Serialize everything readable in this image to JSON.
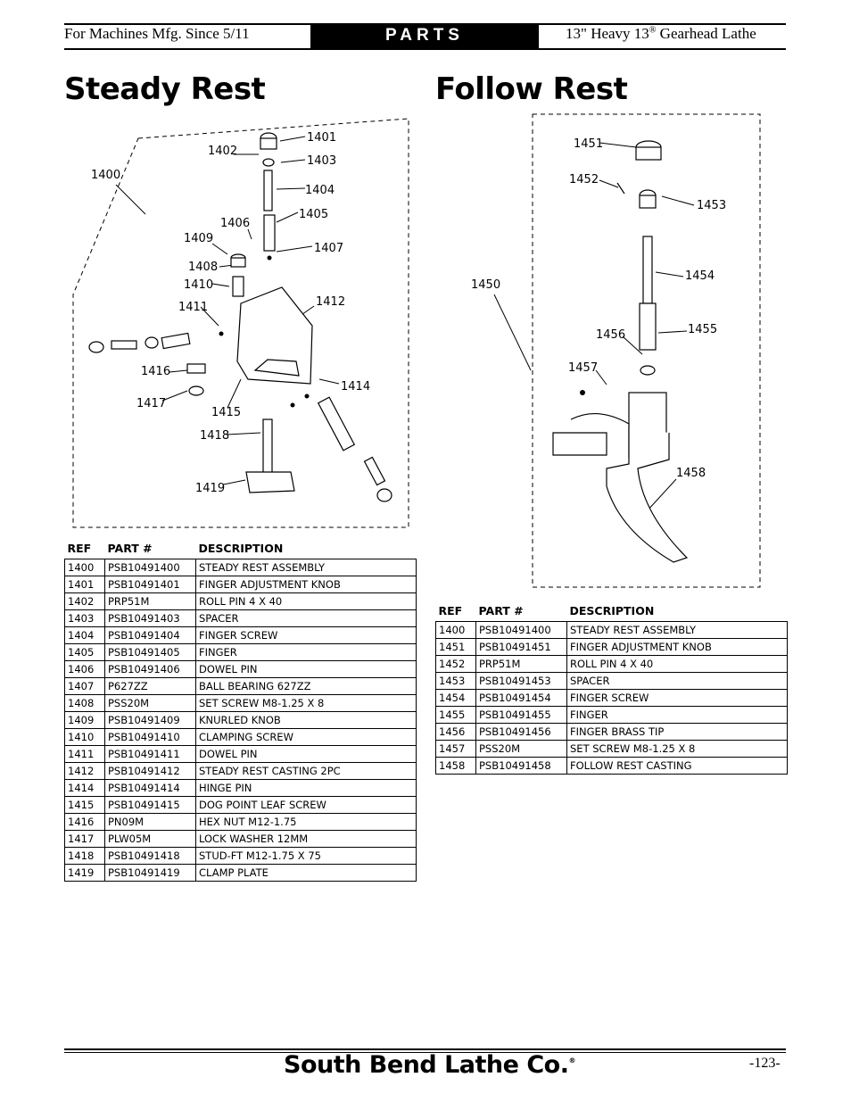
{
  "header": {
    "left": "For Machines Mfg. Since 5/11",
    "center": "PARTS",
    "right_prefix": "13\" Heavy 13",
    "right_reg": "®",
    "right_suffix": " Gearhead Lathe"
  },
  "steady_rest": {
    "title": "Steady Rest",
    "callouts": [
      "1400",
      "1401",
      "1402",
      "1403",
      "1404",
      "1405",
      "1406",
      "1407",
      "1408",
      "1409",
      "1410",
      "1411",
      "1412",
      "1414",
      "1415",
      "1416",
      "1417",
      "1418",
      "1419"
    ],
    "table_headers": [
      "REF",
      "PART #",
      "DESCRIPTION"
    ],
    "rows": [
      [
        "1400",
        "PSB10491400",
        "STEADY REST ASSEMBLY"
      ],
      [
        "1401",
        "PSB10491401",
        "FINGER ADJUSTMENT KNOB"
      ],
      [
        "1402",
        "PRP51M",
        "ROLL PIN 4 X 40"
      ],
      [
        "1403",
        "PSB10491403",
        "SPACER"
      ],
      [
        "1404",
        "PSB10491404",
        "FINGER SCREW"
      ],
      [
        "1405",
        "PSB10491405",
        "FINGER"
      ],
      [
        "1406",
        "PSB10491406",
        "DOWEL PIN"
      ],
      [
        "1407",
        "P627ZZ",
        "BALL BEARING 627ZZ"
      ],
      [
        "1408",
        "PSS20M",
        "SET SCREW M8-1.25 X 8"
      ],
      [
        "1409",
        "PSB10491409",
        "KNURLED KNOB"
      ],
      [
        "1410",
        "PSB10491410",
        "CLAMPING SCREW"
      ],
      [
        "1411",
        "PSB10491411",
        "DOWEL PIN"
      ],
      [
        "1412",
        "PSB10491412",
        "STEADY REST CASTING 2PC"
      ],
      [
        "1414",
        "PSB10491414",
        "HINGE PIN"
      ],
      [
        "1415",
        "PSB10491415",
        "DOG POINT LEAF SCREW"
      ],
      [
        "1416",
        "PN09M",
        "HEX NUT M12-1.75"
      ],
      [
        "1417",
        "PLW05M",
        "LOCK WASHER 12MM"
      ],
      [
        "1418",
        "PSB10491418",
        "STUD-FT M12-1.75 X 75"
      ],
      [
        "1419",
        "PSB10491419",
        "CLAMP PLATE"
      ]
    ]
  },
  "follow_rest": {
    "title": "Follow Rest",
    "callouts": [
      "1450",
      "1451",
      "1452",
      "1453",
      "1454",
      "1455",
      "1456",
      "1457",
      "1458"
    ],
    "table_headers": [
      "REF",
      "PART #",
      "DESCRIPTION"
    ],
    "rows": [
      [
        "1400",
        "PSB10491400",
        "STEADY REST ASSEMBLY"
      ],
      [
        "1451",
        "PSB10491451",
        "FINGER ADJUSTMENT KNOB"
      ],
      [
        "1452",
        "PRP51M",
        "ROLL PIN 4 X 40"
      ],
      [
        "1453",
        "PSB10491453",
        "SPACER"
      ],
      [
        "1454",
        "PSB10491454",
        "FINGER SCREW"
      ],
      [
        "1455",
        "PSB10491455",
        "FINGER"
      ],
      [
        "1456",
        "PSB10491456",
        "FINGER BRASS TIP"
      ],
      [
        "1457",
        "PSS20M",
        "SET SCREW M8-1.25 X 8"
      ],
      [
        "1458",
        "PSB10491458",
        "FOLLOW REST CASTING"
      ]
    ]
  },
  "footer": {
    "brand": "South Bend Lathe Co.",
    "reg": "®",
    "page": "-123-"
  }
}
